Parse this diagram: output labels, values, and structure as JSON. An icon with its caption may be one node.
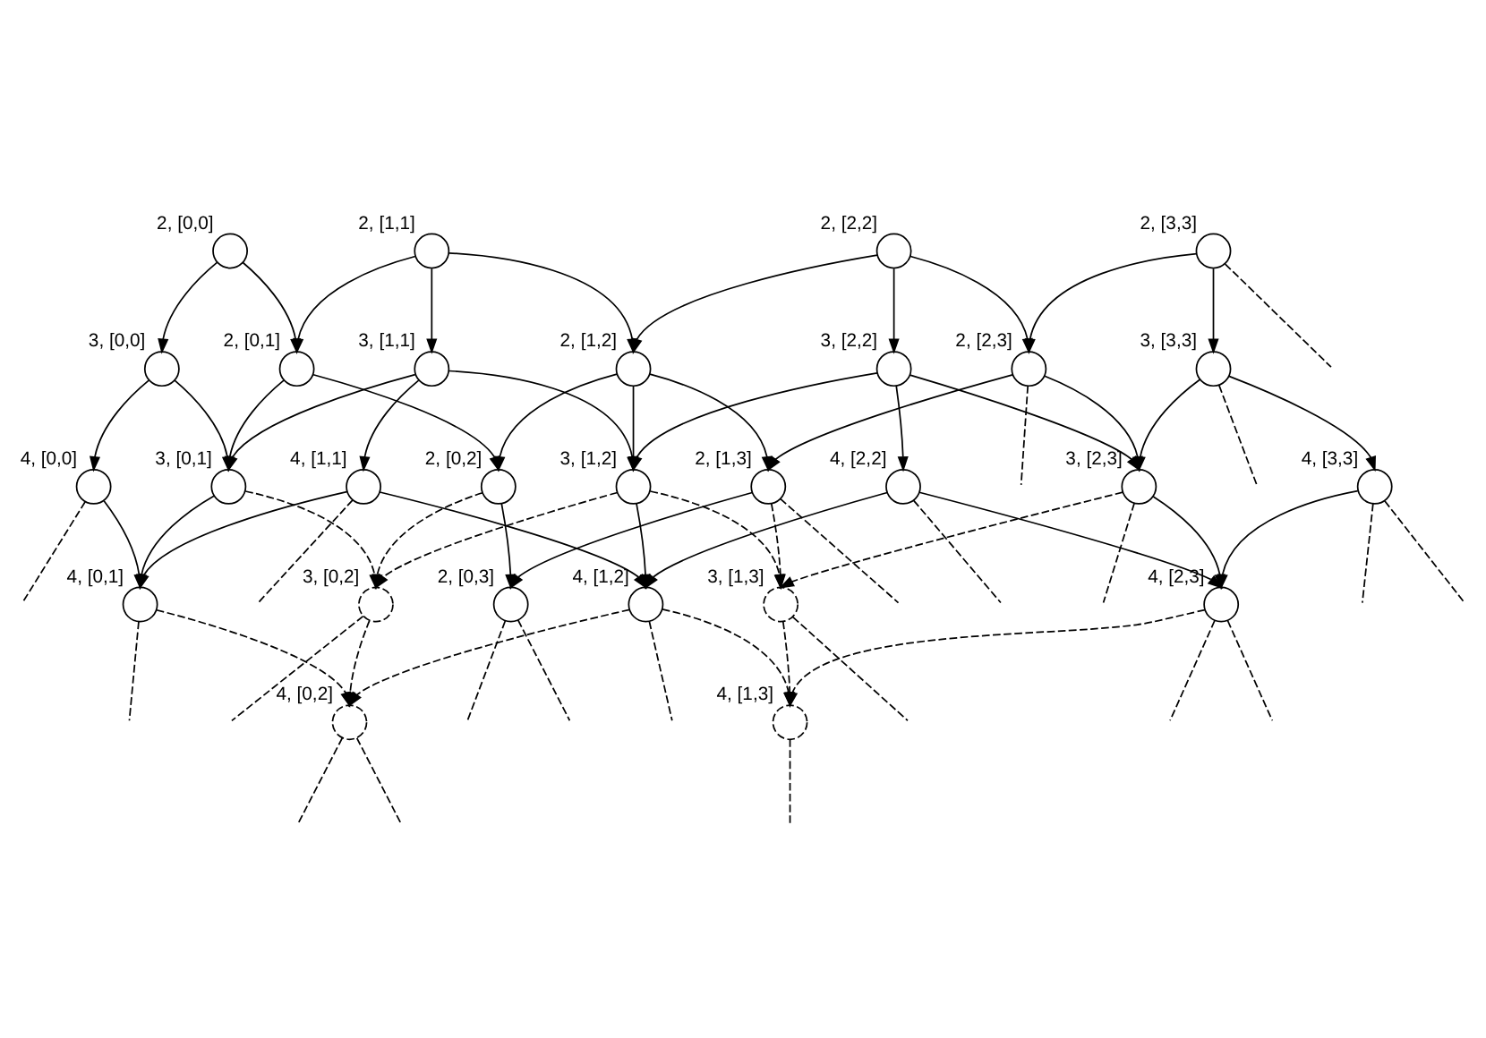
{
  "diagram": {
    "nodes": [
      {
        "text": [],
        "shape": "circle",
        "beside": [
          "2, [0,0]"
        ]
      },
      {
        "text": [],
        "shape": "circle",
        "beside": [
          "2, [0,1]"
        ]
      },
      {
        "text": [],
        "shape": "circle",
        "beside": [
          "2, [0,2]"
        ]
      },
      {
        "text": [],
        "shape": "circle",
        "beside": [
          "2, [0,3]"
        ]
      },
      {
        "text": [],
        "shape": "circle",
        "beside": [
          "2, [1,1]"
        ]
      },
      {
        "text": [],
        "shape": "circle",
        "beside": [
          "2, [1,2]"
        ]
      },
      {
        "text": [],
        "shape": "circle",
        "beside": [
          "2, [1,3]"
        ]
      },
      {
        "text": [],
        "shape": "circle",
        "beside": [
          "2, [2,2]"
        ]
      },
      {
        "text": [],
        "shape": "circle",
        "beside": [
          "2, [2,3]"
        ]
      },
      {
        "text": [],
        "shape": "circle",
        "beside": [
          "2, [3,3]"
        ]
      },
      {
        "text": [],
        "shape": "circle",
        "beside": [
          "3, [0,0]"
        ]
      },
      {
        "text": [],
        "shape": "circle",
        "beside": [
          "3, [0,1]"
        ]
      },
      {
        "text": [],
        "shape": "circle",
        "beside": [
          "3, [0,2]"
        ]
      },
      {
        "text": [],
        "shape": "circle",
        "beside": [
          "3, [1,1]"
        ]
      },
      {
        "text": [],
        "shape": "circle",
        "beside": [
          "3, [1,2]"
        ]
      },
      {
        "text": [],
        "shape": "circle",
        "beside": [
          "3, [1,3]"
        ]
      },
      {
        "text": [],
        "shape": "circle",
        "beside": [
          "3, [2,2]"
        ]
      },
      {
        "text": [],
        "shape": "circle",
        "beside": [
          "3, [2,3]"
        ]
      },
      {
        "text": [],
        "shape": "circle",
        "beside": [
          "3, [3,3]"
        ]
      },
      {
        "text": [],
        "shape": "circle",
        "beside": [
          "4, [0,0]"
        ]
      },
      {
        "text": [],
        "shape": "circle",
        "beside": [
          "4, [0,1]"
        ]
      },
      {
        "text": [],
        "shape": "circle",
        "beside": [
          "4, [0,2]"
        ]
      },
      {
        "text": [],
        "shape": "circle",
        "beside": [
          "4, [1,1]"
        ]
      },
      {
        "text": [],
        "shape": "circle",
        "beside": [
          "4, [1,2]"
        ]
      },
      {
        "text": [],
        "shape": "circle",
        "beside": [
          "4, [1,3]"
        ]
      },
      {
        "text": [],
        "shape": "circle",
        "beside": [
          "4, [2,2]"
        ]
      },
      {
        "text": [],
        "shape": "circle",
        "beside": [
          "4, [2,3]"
        ]
      },
      {
        "text": [],
        "shape": "circle",
        "beside": [
          "4, [3,3]"
        ]
      }
    ],
    "edges": [
      {
        "from": 0,
        "to": 10,
        "arrow": "to"
      },
      {
        "from": 10,
        "to": 19,
        "arrow": "to"
      },
      {
        "from": 1,
        "to": 11,
        "arrow": "to"
      },
      {
        "from": 11,
        "to": 20,
        "arrow": "to"
      },
      {
        "from": 2,
        "to": 12,
        "arrow": "to",
        "style": "dashed"
      },
      {
        "from": 12,
        "to": 21,
        "arrow": "to",
        "style": "dashed"
      },
      {
        "from": 4,
        "to": 13,
        "arrow": "to"
      },
      {
        "from": 13,
        "to": 22,
        "arrow": "to"
      },
      {
        "from": 5,
        "to": 14,
        "arrow": "to"
      },
      {
        "from": 14,
        "to": 23,
        "arrow": "to"
      },
      {
        "from": 6,
        "to": 15,
        "arrow": "to",
        "style": "dashed"
      },
      {
        "from": 15,
        "to": 24,
        "arrow": "to",
        "style": "dashed"
      },
      {
        "from": 7,
        "to": 16,
        "arrow": "to"
      },
      {
        "from": 16,
        "to": 25,
        "arrow": "to"
      },
      {
        "from": 8,
        "to": 17,
        "arrow": "to"
      },
      {
        "from": 17,
        "to": 26,
        "arrow": "to"
      },
      {
        "from": 9,
        "to": 18,
        "arrow": "to"
      },
      {
        "from": 18,
        "to": 27,
        "arrow": "to"
      },
      {
        "from": 0,
        "to": 1,
        "arrow": "to"
      },
      {
        "from": 1,
        "to": 2,
        "arrow": "to"
      },
      {
        "from": 2,
        "to": 3,
        "arrow": "to"
      },
      {
        "from": 4,
        "to": 5,
        "arrow": "to"
      },
      {
        "from": 5,
        "to": 6,
        "arrow": "to"
      },
      {
        "from": 7,
        "to": 8,
        "arrow": "to"
      },
      {
        "from": 10,
        "to": 11,
        "arrow": "to"
      },
      {
        "from": 11,
        "to": 12,
        "arrow": "to",
        "style": "dashed"
      },
      {
        "from": 13,
        "to": 14,
        "arrow": "to"
      },
      {
        "from": 14,
        "to": 15,
        "arrow": "to",
        "style": "dashed"
      },
      {
        "from": 16,
        "to": 17,
        "arrow": "to"
      },
      {
        "from": 19,
        "to": 20,
        "arrow": "to"
      },
      {
        "from": 20,
        "to": 21,
        "arrow": "to",
        "style": "dashed"
      },
      {
        "from": 22,
        "to": 23,
        "arrow": "to"
      },
      {
        "from": 23,
        "to": 24,
        "arrow": "to",
        "style": "dashed"
      },
      {
        "from": 25,
        "to": 26,
        "arrow": "to"
      },
      {
        "from": 4,
        "to": 1,
        "arrow": "to"
      },
      {
        "from": 5,
        "to": 2,
        "arrow": "to"
      },
      {
        "from": 6,
        "to": 3,
        "arrow": "to"
      },
      {
        "from": 7,
        "to": 5,
        "arrow": "to"
      },
      {
        "from": 8,
        "to": 6,
        "arrow": "to"
      },
      {
        "from": 9,
        "to": 8,
        "arrow": "to"
      },
      {
        "from": 13,
        "to": 11,
        "arrow": "to"
      },
      {
        "from": 14,
        "to": 12,
        "arrow": "to",
        "style": "dashed"
      },
      {
        "from": 16,
        "to": 14,
        "arrow": "to"
      },
      {
        "from": 17,
        "to": 15,
        "arrow": "to",
        "style": "dashed"
      },
      {
        "from": 18,
        "to": 17,
        "arrow": "to"
      },
      {
        "from": 22,
        "to": 20,
        "arrow": "to"
      },
      {
        "from": 23,
        "to": 21,
        "arrow": "to",
        "style": "dashed"
      },
      {
        "from": 25,
        "to": 23,
        "arrow": "to"
      },
      {
        "from": 26,
        "to": 24,
        "arrow": "to",
        "style": "dashed"
      },
      {
        "from": 27,
        "to": 26,
        "arrow": "to"
      },
      {
        "from": 3,
        "to": null,
        "arrow": "none",
        "style": "dashed"
      },
      {
        "from": 6,
        "to": null,
        "arrow": "none",
        "style": "dashed"
      },
      {
        "from": 8,
        "to": null,
        "arrow": "none",
        "style": "dashed"
      },
      {
        "from": 9,
        "to": null,
        "arrow": "none",
        "style": "dashed"
      },
      {
        "from": 12,
        "to": null,
        "arrow": "none",
        "style": "dashed"
      },
      {
        "from": 17,
        "to": null,
        "arrow": "none",
        "style": "dashed"
      },
      {
        "from": 18,
        "to": null,
        "arrow": "none",
        "style": "dashed"
      },
      {
        "from": 21,
        "to": null,
        "arrow": "none",
        "style": "dashed"
      },
      {
        "from": 26,
        "to": null,
        "arrow": "none",
        "style": "dashed"
      },
      {
        "from": 27,
        "to": null,
        "arrow": "none",
        "style": "dashed"
      },
      {
        "from": 3,
        "to": null,
        "arrow": "none",
        "style": "dashed"
      },
      {
        "from": 19,
        "to": null,
        "arrow": "none",
        "style": "dashed"
      },
      {
        "from": 20,
        "to": null,
        "arrow": "none",
        "style": "dashed"
      },
      {
        "from": 21,
        "to": null,
        "arrow": "none",
        "style": "dashed"
      },
      {
        "from": 22,
        "to": null,
        "arrow": "none",
        "style": "dashed"
      },
      {
        "from": 23,
        "to": null,
        "arrow": "none",
        "style": "dashed"
      },
      {
        "from": 25,
        "to": null,
        "arrow": "none",
        "style": "dashed"
      },
      {
        "from": 26,
        "to": null,
        "arrow": "none",
        "style": "dashed"
      },
      {
        "from": 27,
        "to": null,
        "arrow": "none",
        "style": "dashed"
      },
      {
        "from": 15,
        "to": null,
        "arrow": "none",
        "style": "dashed"
      },
      {
        "from": 24,
        "to": null,
        "arrow": "none",
        "style": "dashed"
      }
    ]
  }
}
